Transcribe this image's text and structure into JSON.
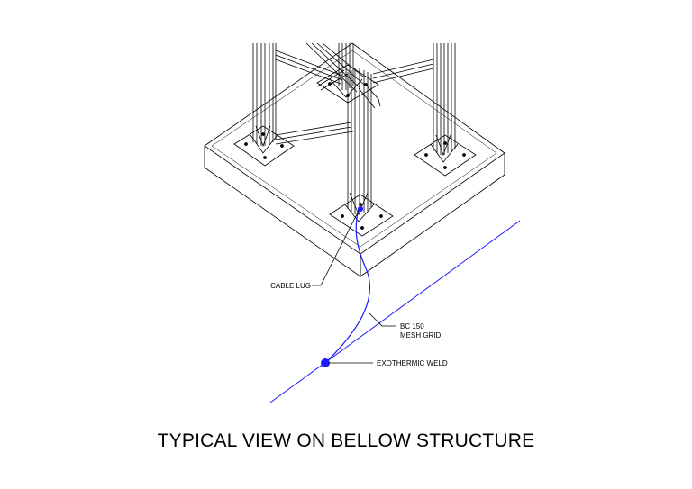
{
  "labels": {
    "cable_lug": "CABLE LUG",
    "bc150_line1": "BC 150",
    "bc150_line2": "MESH GRID",
    "exothermic_weld": "EXOTHERMIC WELD"
  },
  "title": "TYPICAL VIEW ON BELLOW STRUCTURE",
  "colors": {
    "linework": "#000000",
    "earthing": "#1a1aff",
    "background": "#ffffff"
  }
}
